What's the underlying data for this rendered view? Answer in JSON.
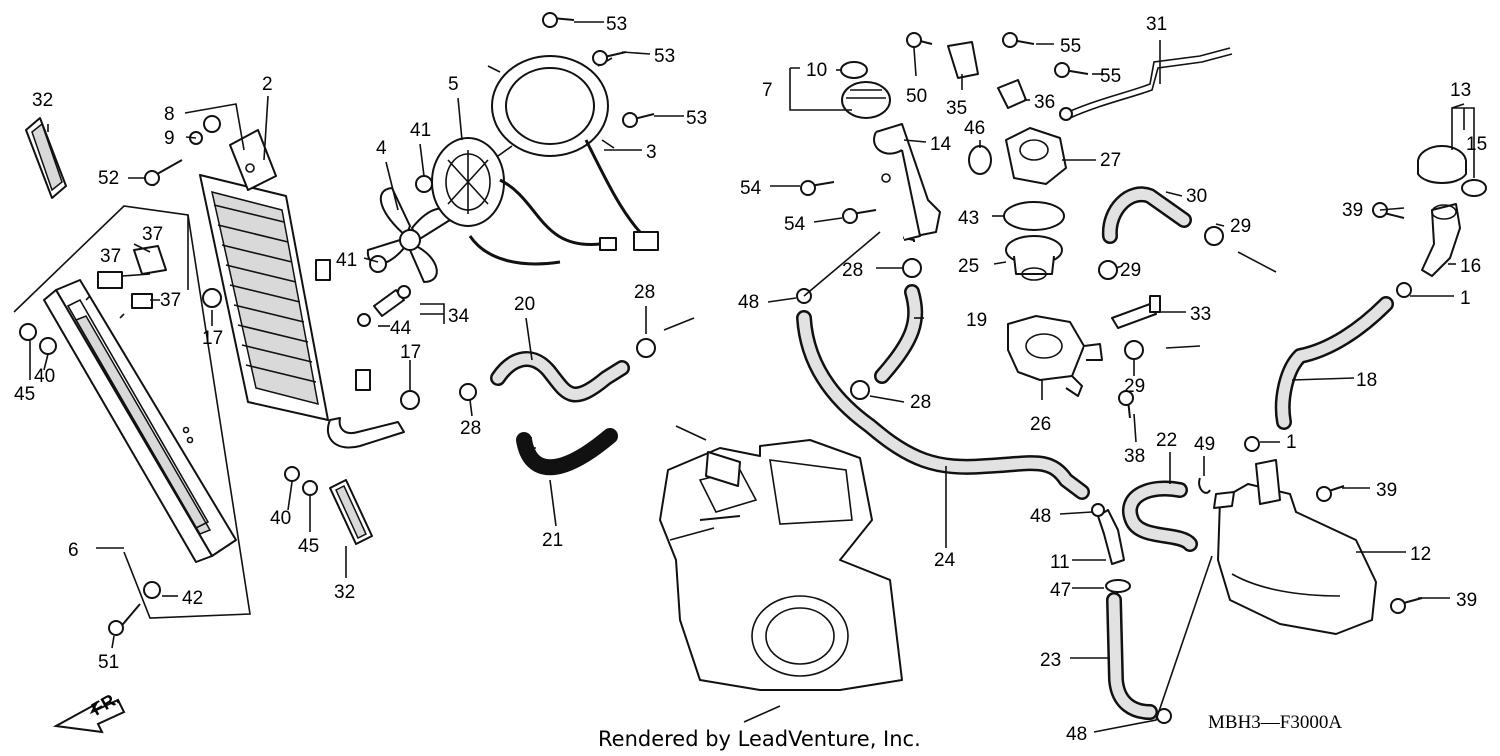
{
  "diagram": {
    "drawing_code": "MBH3—F3000A",
    "credit": "Rendered by LeadVenture, Inc.",
    "direction_label": "FR.",
    "callouts": [
      {
        "id": "c32a",
        "text": "32"
      },
      {
        "id": "c8",
        "text": "8"
      },
      {
        "id": "c9",
        "text": "9"
      },
      {
        "id": "c2",
        "text": "2"
      },
      {
        "id": "c52",
        "text": "52"
      },
      {
        "id": "c37a",
        "text": "37"
      },
      {
        "id": "c37b",
        "text": "37"
      },
      {
        "id": "c37c",
        "text": "37"
      },
      {
        "id": "c17a",
        "text": "17"
      },
      {
        "id": "c17b",
        "text": "17"
      },
      {
        "id": "c45a",
        "text": "45"
      },
      {
        "id": "c40a",
        "text": "40"
      },
      {
        "id": "c6",
        "text": "6"
      },
      {
        "id": "c42",
        "text": "42"
      },
      {
        "id": "c51",
        "text": "51"
      },
      {
        "id": "c40b",
        "text": "40"
      },
      {
        "id": "c45b",
        "text": "45"
      },
      {
        "id": "c32b",
        "text": "32"
      },
      {
        "id": "c4",
        "text": "4"
      },
      {
        "id": "c41a",
        "text": "41"
      },
      {
        "id": "c41b",
        "text": "41"
      },
      {
        "id": "c5",
        "text": "5"
      },
      {
        "id": "c53a",
        "text": "53"
      },
      {
        "id": "c53b",
        "text": "53"
      },
      {
        "id": "c53c",
        "text": "53"
      },
      {
        "id": "c3",
        "text": "3"
      },
      {
        "id": "c34",
        "text": "34"
      },
      {
        "id": "c44",
        "text": "44"
      },
      {
        "id": "c20",
        "text": "20"
      },
      {
        "id": "c28a",
        "text": "28"
      },
      {
        "id": "c28b",
        "text": "28"
      },
      {
        "id": "c21",
        "text": "21"
      },
      {
        "id": "c7",
        "text": "7"
      },
      {
        "id": "c10",
        "text": "10"
      },
      {
        "id": "c14",
        "text": "14"
      },
      {
        "id": "c54a",
        "text": "54"
      },
      {
        "id": "c54b",
        "text": "54"
      },
      {
        "id": "c48a",
        "text": "48"
      },
      {
        "id": "c28c",
        "text": "28"
      },
      {
        "id": "c28d",
        "text": "28"
      },
      {
        "id": "c19",
        "text": "19"
      },
      {
        "id": "c50",
        "text": "50"
      },
      {
        "id": "c35",
        "text": "35"
      },
      {
        "id": "c55a",
        "text": "55"
      },
      {
        "id": "c55b",
        "text": "55"
      },
      {
        "id": "c36",
        "text": "36"
      },
      {
        "id": "c46",
        "text": "46"
      },
      {
        "id": "c27",
        "text": "27"
      },
      {
        "id": "c43",
        "text": "43"
      },
      {
        "id": "c25",
        "text": "25"
      },
      {
        "id": "c29a",
        "text": "29"
      },
      {
        "id": "c29b",
        "text": "29"
      },
      {
        "id": "c29c",
        "text": "29"
      },
      {
        "id": "c30",
        "text": "30"
      },
      {
        "id": "c31",
        "text": "31"
      },
      {
        "id": "c33",
        "text": "33"
      },
      {
        "id": "c26",
        "text": "26"
      },
      {
        "id": "c38",
        "text": "38"
      },
      {
        "id": "c24",
        "text": "24"
      },
      {
        "id": "c22",
        "text": "22"
      },
      {
        "id": "c49",
        "text": "49"
      },
      {
        "id": "c48b",
        "text": "48"
      },
      {
        "id": "c11",
        "text": "11"
      },
      {
        "id": "c47",
        "text": "47"
      },
      {
        "id": "c23",
        "text": "23"
      },
      {
        "id": "c48c",
        "text": "48"
      },
      {
        "id": "c13",
        "text": "13"
      },
      {
        "id": "c15",
        "text": "15"
      },
      {
        "id": "c39a",
        "text": "39"
      },
      {
        "id": "c16",
        "text": "16"
      },
      {
        "id": "c1a",
        "text": "1"
      },
      {
        "id": "c18",
        "text": "18"
      },
      {
        "id": "c1b",
        "text": "1"
      },
      {
        "id": "c39b",
        "text": "39"
      },
      {
        "id": "c12",
        "text": "12"
      },
      {
        "id": "c39c",
        "text": "39"
      }
    ]
  }
}
